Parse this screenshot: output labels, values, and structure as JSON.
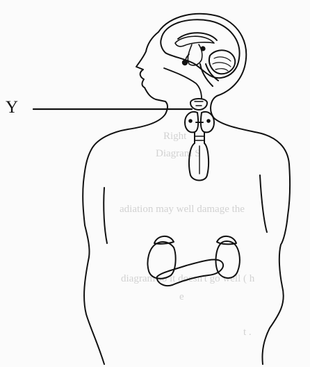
{
  "diagram": {
    "label_y": "Y",
    "ink_color": "#111111",
    "paper_color": "#fbfbfb",
    "show_through_color": "#d2d2d2"
  },
  "show_through": {
    "line1": "Right",
    "line2": "Diagram S",
    "line3": "adiation may well damage the",
    "line4": "diagram so it doesn't go well ( h",
    "line5": "e",
    "line6": "t ."
  }
}
